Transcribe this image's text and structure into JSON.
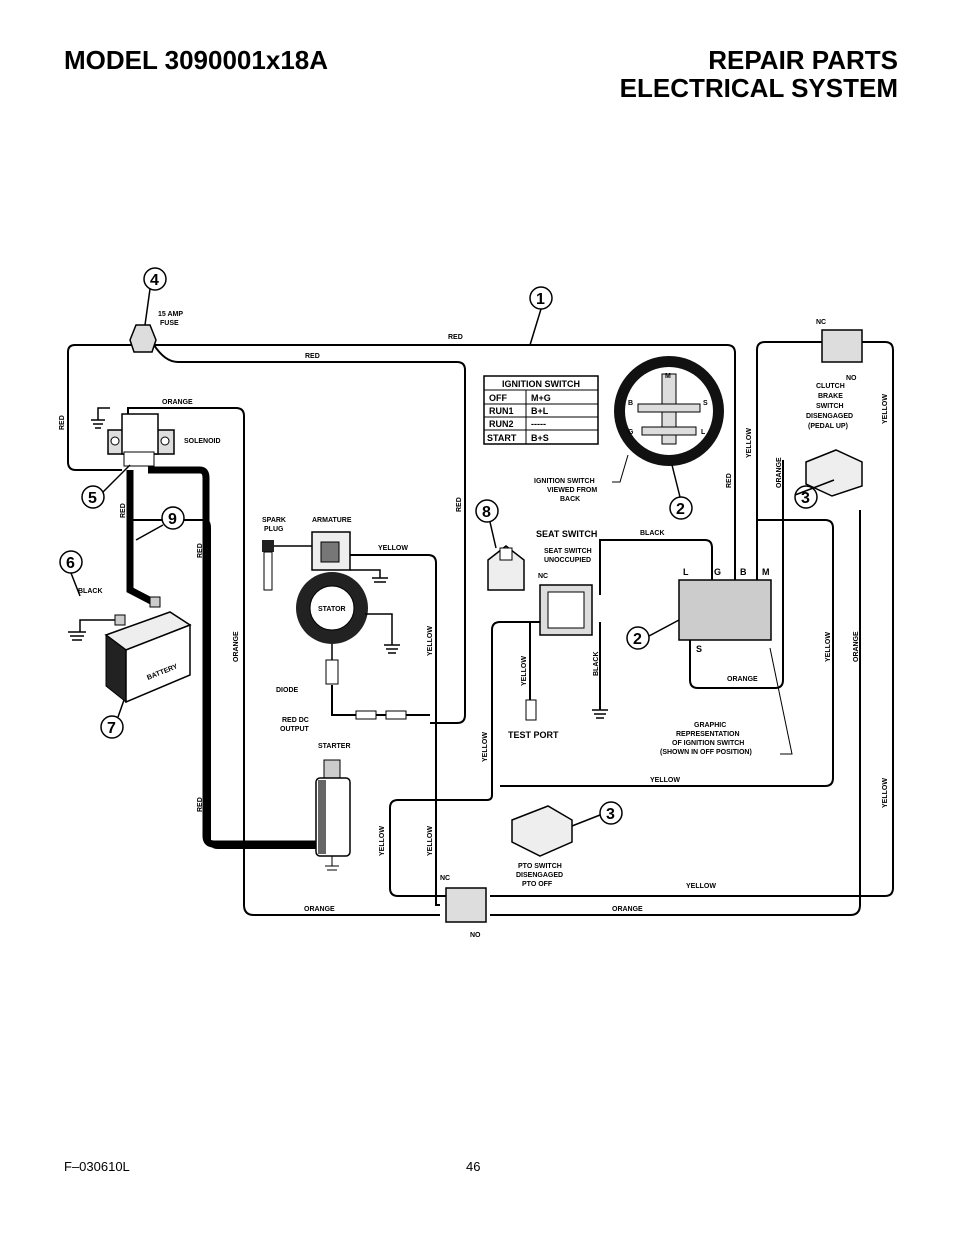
{
  "header": {
    "model": "MODEL 3090001x18A",
    "title_line1": "REPAIR PARTS",
    "title_line2": "ELECTRICAL SYSTEM"
  },
  "footer": {
    "form_code": "F–030610L",
    "page": "46"
  },
  "callouts": {
    "c1": "1",
    "c2a": "2",
    "c2b": "2",
    "c3a": "3",
    "c3b": "3",
    "c4": "4",
    "c5": "5",
    "c6": "6",
    "c7": "7",
    "c8": "8",
    "c9": "9"
  },
  "ignition_table": {
    "title": "IGNITION SWITCH",
    "rows": [
      {
        "pos": "OFF",
        "conn": "M+G"
      },
      {
        "pos": "RUN1",
        "conn": "B+L"
      },
      {
        "pos": "RUN2",
        "conn": "-----"
      },
      {
        "pos": "START",
        "conn": "B+S"
      }
    ]
  },
  "labels": {
    "fuse": "15 AMP\nFUSE",
    "solenoid": "SOLENOID",
    "spark_plug": "SPARK\nPLUG",
    "armature": "ARMATURE",
    "stator": "STATOR",
    "diode": "DIODE",
    "red_dc_output": "RED DC\nOUTPUT",
    "starter": "STARTER",
    "battery": "BATTERY",
    "seat_switch_title": "SEAT SWITCH",
    "seat_switch_sub": "SEAT SWITCH\nUNOCCUPIED",
    "test_port": "TEST PORT",
    "ignition_view": "IGNITION SWITCH\nVIEWED FROM\nBACK",
    "graphic_rep": "GRAPHIC\nREPRESENTATION\nOF IGNITION SWITCH\n(SHOWN IN OFF POSITION)",
    "clutch_switch": "CLUTCH\nBRAKE\nSWITCH\nDISENGAGED\n(PEDAL UP)",
    "pto_switch": "PTO SWITCH\nDISENGAGED\nPTO OFF",
    "nc": "NC",
    "no": "NO",
    "ign_terminals": {
      "m": "M",
      "b": "B",
      "s": "S",
      "g": "G",
      "l": "L"
    },
    "ign_rep_terminals": {
      "l": "L",
      "g": "G",
      "b": "B",
      "m": "M",
      "s": "S"
    }
  },
  "wire_labels": {
    "red": "RED",
    "orange": "ORANGE",
    "yellow": "YELLOW",
    "black": "BLACK"
  }
}
